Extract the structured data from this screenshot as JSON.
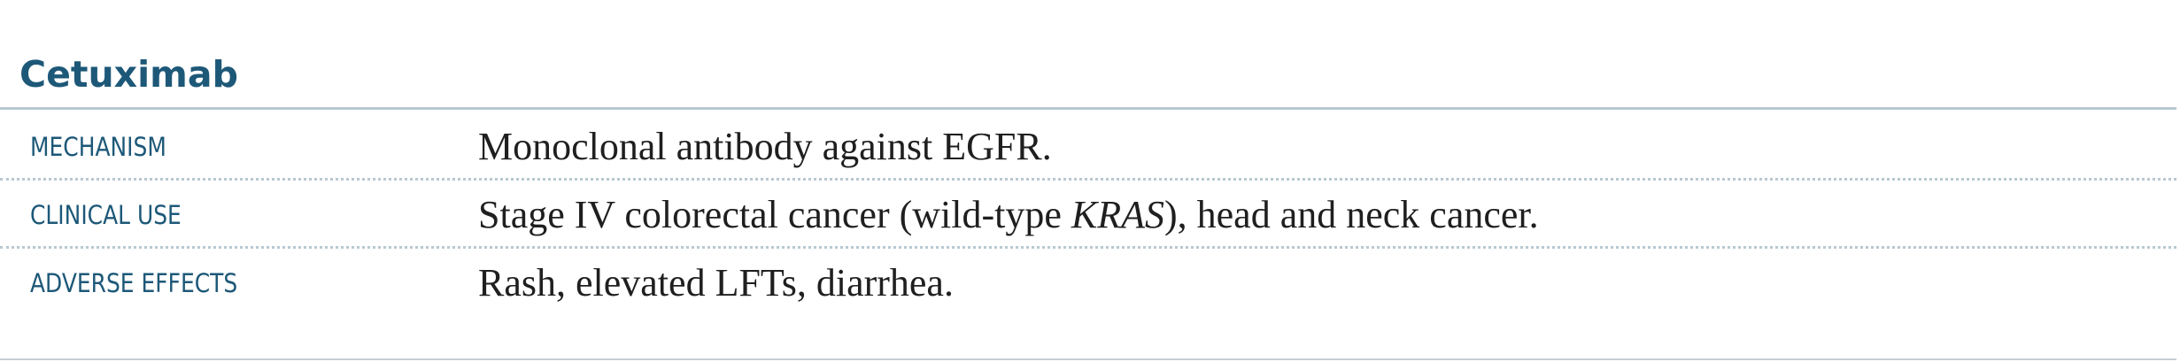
{
  "drug": {
    "name": "Cetuximab"
  },
  "rows": [
    {
      "label": "MECHANISM",
      "text": "Monoclonal antibody against EGFR."
    },
    {
      "label": "CLINICAL USE",
      "text_before": "Stage IV colorectal cancer (wild-type ",
      "text_italic": "KRAS",
      "text_after": "), head and neck cancer."
    },
    {
      "label": "ADVERSE EFFECTS",
      "text": "Rash, elevated LFTs, diarrhea."
    }
  ],
  "colors": {
    "heading": "#1d5878",
    "rule": "#b8c8d1",
    "body_text": "#1f1f1f"
  }
}
